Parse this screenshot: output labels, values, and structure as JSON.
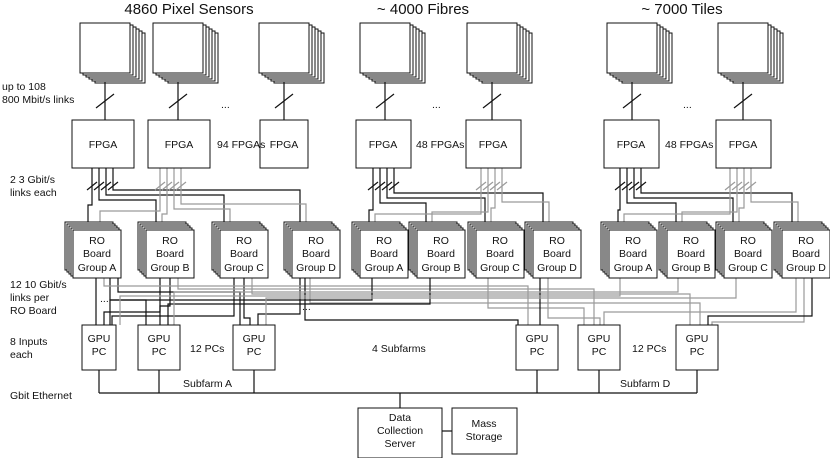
{
  "headers": {
    "pixel_sensors": "4860 Pixel Sensors",
    "fibres": "~ 4000 Fibres",
    "tiles": "~ 7000 Tiles"
  },
  "left_notes": {
    "links_line1": "up to 108",
    "links_line2": "800 Mbit/s links",
    "gbit_line1": "2 3 Gbit/s",
    "gbit_line2": "links each",
    "ro_line1": "12 10 Gbit/s",
    "ro_line2": "links per",
    "ro_line3": "RO Board",
    "inputs_line1": "8 Inputs",
    "inputs_line2": "each",
    "ethernet": "Gbit Ethernet"
  },
  "fpga": {
    "label": "FPGA",
    "count_pixel": "94 FPGAs",
    "count_fibres": "48 FPGAs",
    "count_tiles": "48 FPGAs",
    "ellipsis": "..."
  },
  "ro_board": {
    "line1": "RO",
    "line2": "Board",
    "groups": [
      "Group A",
      "Group B",
      "Group C",
      "Group D"
    ]
  },
  "gpu": {
    "line1": "GPU",
    "line2": "PC",
    "pcs_left": "12 PCs",
    "pcs_right": "12 PCs"
  },
  "subfarms": {
    "center": "4 Subfarms",
    "a": "Subfarm A",
    "d": "Subfarm D"
  },
  "server": {
    "line1": "Data",
    "line2": "Collection",
    "line3": "Server"
  },
  "storage": {
    "line1": "Mass",
    "line2": "Storage"
  }
}
